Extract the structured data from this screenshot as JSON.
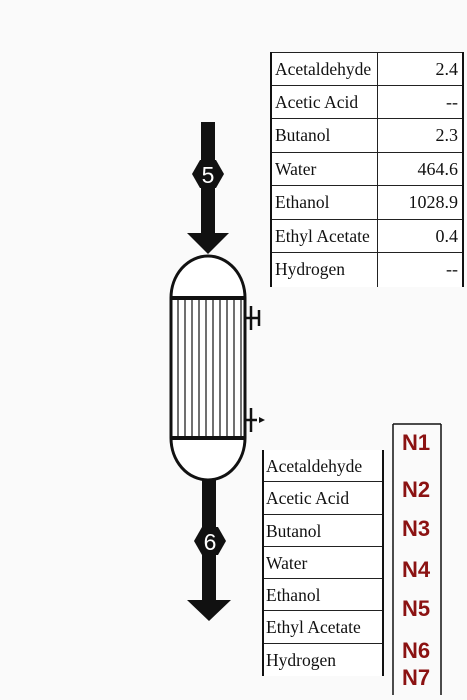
{
  "streams": [
    {
      "id": "5"
    },
    {
      "id": "6"
    }
  ],
  "feed_table": {
    "rows": [
      {
        "component": "Acetaldehyde",
        "value": "2.4"
      },
      {
        "component": "Acetic Acid",
        "value": "--"
      },
      {
        "component": "Butanol",
        "value": "2.3"
      },
      {
        "component": "Water",
        "value": "464.6"
      },
      {
        "component": "Ethanol",
        "value": "1028.9"
      },
      {
        "component": "Ethyl Acetate",
        "value": "0.4"
      },
      {
        "component": "Hydrogen",
        "value": "--"
      }
    ]
  },
  "product_table": {
    "rows": [
      {
        "component": "Acetaldehyde"
      },
      {
        "component": "Acetic Acid"
      },
      {
        "component": "Butanol"
      },
      {
        "component": "Water"
      },
      {
        "component": "Ethanol"
      },
      {
        "component": "Ethyl Acetate"
      },
      {
        "component": "Hydrogen"
      }
    ],
    "unknown_labels": [
      "N1",
      "N2",
      "N3",
      "N4",
      "N5",
      "N6",
      "N7"
    ],
    "unknown_color": "#8b1212"
  }
}
